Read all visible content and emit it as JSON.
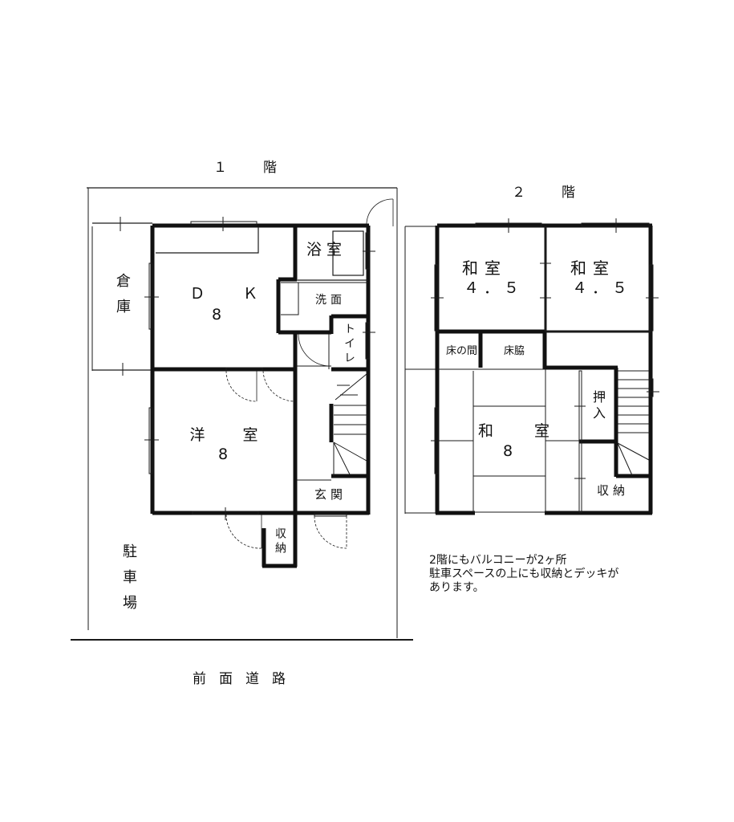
{
  "floor1": {
    "title": "１　階",
    "rooms": {
      "dk": {
        "name": "Ｄ　Ｋ",
        "size": "8"
      },
      "bath": {
        "name": "浴室"
      },
      "washroom": {
        "name": "洗面"
      },
      "toilet": {
        "name": "トイレ"
      },
      "western": {
        "name": "洋　室",
        "size": "8"
      },
      "entrance": {
        "name": "玄関"
      },
      "storage": {
        "name": "収納"
      },
      "warehouse": {
        "name": "倉庫"
      },
      "parking": {
        "name": "駐車場"
      }
    },
    "road": "前面道路"
  },
  "floor2": {
    "title": "２　階",
    "rooms": {
      "japanese_a": {
        "name": "和室",
        "size": "４．５"
      },
      "japanese_b": {
        "name": "和室",
        "size": "４．５"
      },
      "tokonoma": {
        "name": "床の間"
      },
      "tokowaki": {
        "name": "床脇"
      },
      "japanese_c": {
        "name": "和　室",
        "size": "8"
      },
      "oshiire": {
        "name": "押入"
      },
      "storage": {
        "name": "収納"
      }
    }
  },
  "note": "2階にもバルコニーが2ヶ所\n駐車スペースの上にも収納とデッキが\nあります。",
  "colors": {
    "wall": "#111111",
    "line": "#222222",
    "background": "#ffffff"
  }
}
